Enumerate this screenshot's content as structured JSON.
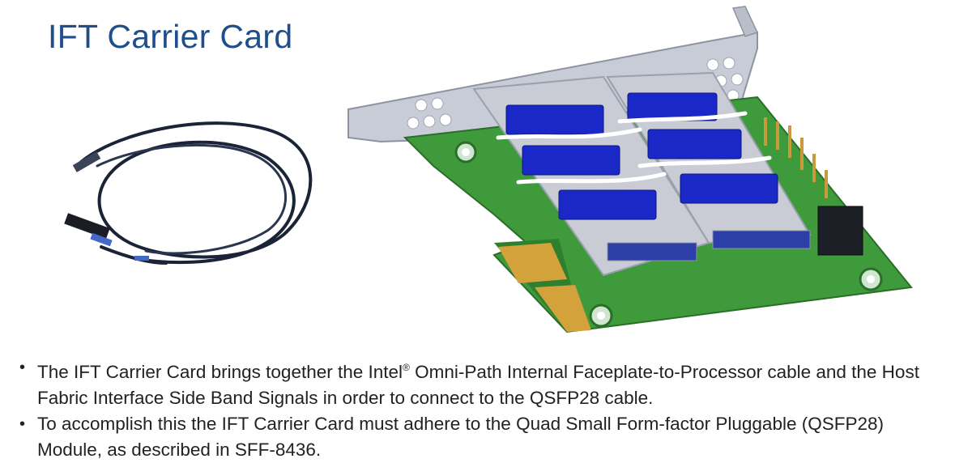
{
  "slide": {
    "title": "IFT Carrier Card",
    "bullets": [
      {
        "pre": "The IFT Carrier Card brings together the  Intel",
        "sup": "®",
        "post": " Omni-Path Internal Faceplate-to-Processor cable and the Host Fabric Interface Side Band Signals in order to connect to the QSFP28 cable."
      },
      {
        "pre": "To accomplish this the IFT Carrier Card must adhere to the Quad Small Form-factor Pluggable (QSFP28) Module, as described in SFF-8436.",
        "sup": "",
        "post": ""
      }
    ]
  },
  "images": {
    "cable": "ift-cable-photo",
    "card": "carrier-card-render"
  }
}
